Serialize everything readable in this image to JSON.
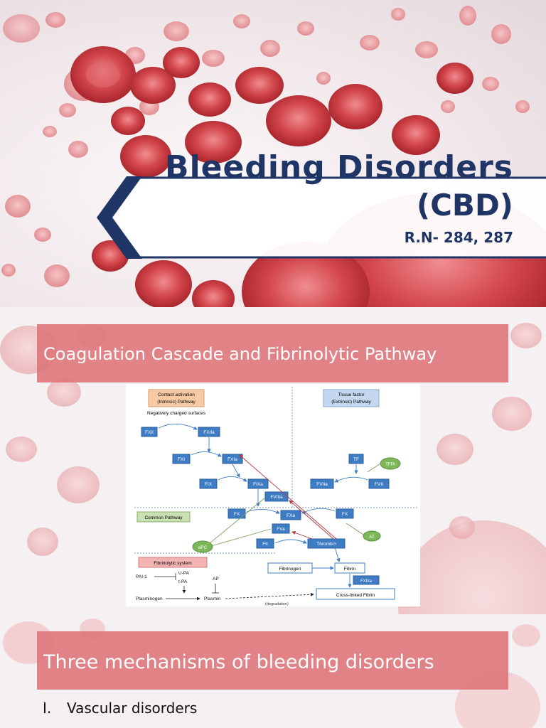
{
  "title_slide": {
    "title_line1": "Bleeding Disorders",
    "title_line2": "(CBD)",
    "roll_numbers": "R.N- 284, 287"
  },
  "slide2": {
    "heading": "Coagulation Cascade and Fibrinolytic Pathway",
    "diagram": {
      "intrinsic_label_1": "Contact activation",
      "intrinsic_label_2": "(Intrinsic) Pathway",
      "neg_surfaces": "Negatively charged surfaces",
      "extrinsic_label_1": "Tissue factor",
      "extrinsic_label_2": "(Extrinsic) Pathway",
      "common_label": "Common Pathway",
      "fibrinolytic_label": "Fibrinolytic system",
      "nodes": {
        "fxii": "FXII",
        "fxiia": "FXIIa",
        "fxi": "FXI",
        "fxia": "FXIa",
        "fix": "FIX",
        "fixa": "FIXa",
        "fviiia": "FVIIIa",
        "tf": "TF",
        "tfpi": "TFPI",
        "fviia": "FVIIa",
        "fvii": "FVII",
        "fx_left": "FX",
        "fxa": "FXa",
        "fx_right": "FX",
        "fva": "FVa",
        "at": "AT",
        "apc": "aPC",
        "fii": "FII",
        "thrombin": "Thrombin",
        "fibrinogen": "Fibrinogen",
        "fibrin": "Fibrin",
        "fxiiia": "FXIIIa",
        "crosslinked": "Cross-linked Fibrin"
      },
      "fibrinolysis": {
        "pai": "PAI-1",
        "upa": "U-PA",
        "tpa": "t-PA",
        "ap": "AP",
        "plasminogen": "Plasminogen",
        "plasmin": "Plasmin",
        "degradation": "(degradation)"
      }
    }
  },
  "slide3": {
    "heading": "Three mechanisms of bleeding disorders",
    "items": [
      {
        "num": "I.",
        "text": "Vascular disorders"
      }
    ]
  },
  "colors": {
    "title_navy": "#1f3566",
    "header_bar": "#df7a7e",
    "cell_red": "#c83a40",
    "node_blue": "#3e7cc4"
  }
}
